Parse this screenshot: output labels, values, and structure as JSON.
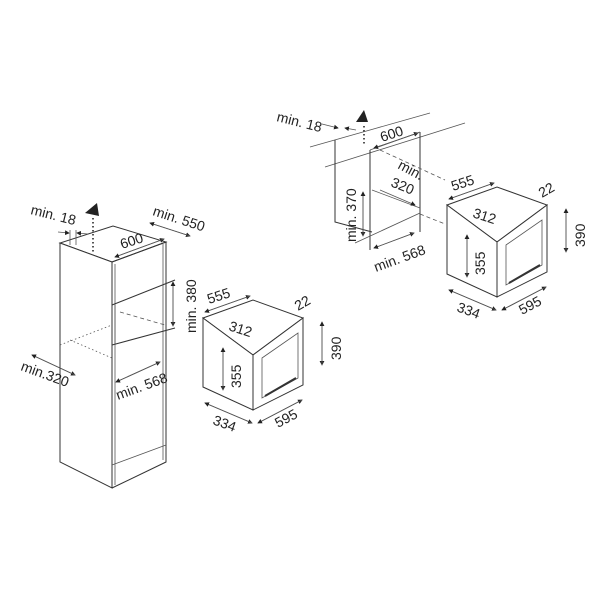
{
  "left_installation": {
    "top_gap": "min. 18",
    "width": "600",
    "depth": "min. 550",
    "niche_height": "min. 380",
    "niche_depth": "min.320",
    "niche_width": "min. 568"
  },
  "left_oven": {
    "depth": "555",
    "inner_depth": "312",
    "front_offset": "22",
    "height": "390",
    "body_height": "355",
    "side_depth": "334",
    "width": "595"
  },
  "right_installation": {
    "top_gap": "min. 18",
    "width": "600",
    "depth": "min.",
    "niche_depth": "320",
    "niche_height": "min. 370",
    "niche_width": "min. 568"
  },
  "right_oven": {
    "depth": "555",
    "inner_depth": "312",
    "front_offset": "22",
    "height": "390",
    "body_height": "355",
    "side_depth": "334",
    "width": "595"
  },
  "icons": {
    "ventilation": "arrow-up-dotted-icon",
    "dimension": "dimension-arrow-icon"
  },
  "colors": {
    "line": "#333333",
    "background": "#ffffff"
  }
}
